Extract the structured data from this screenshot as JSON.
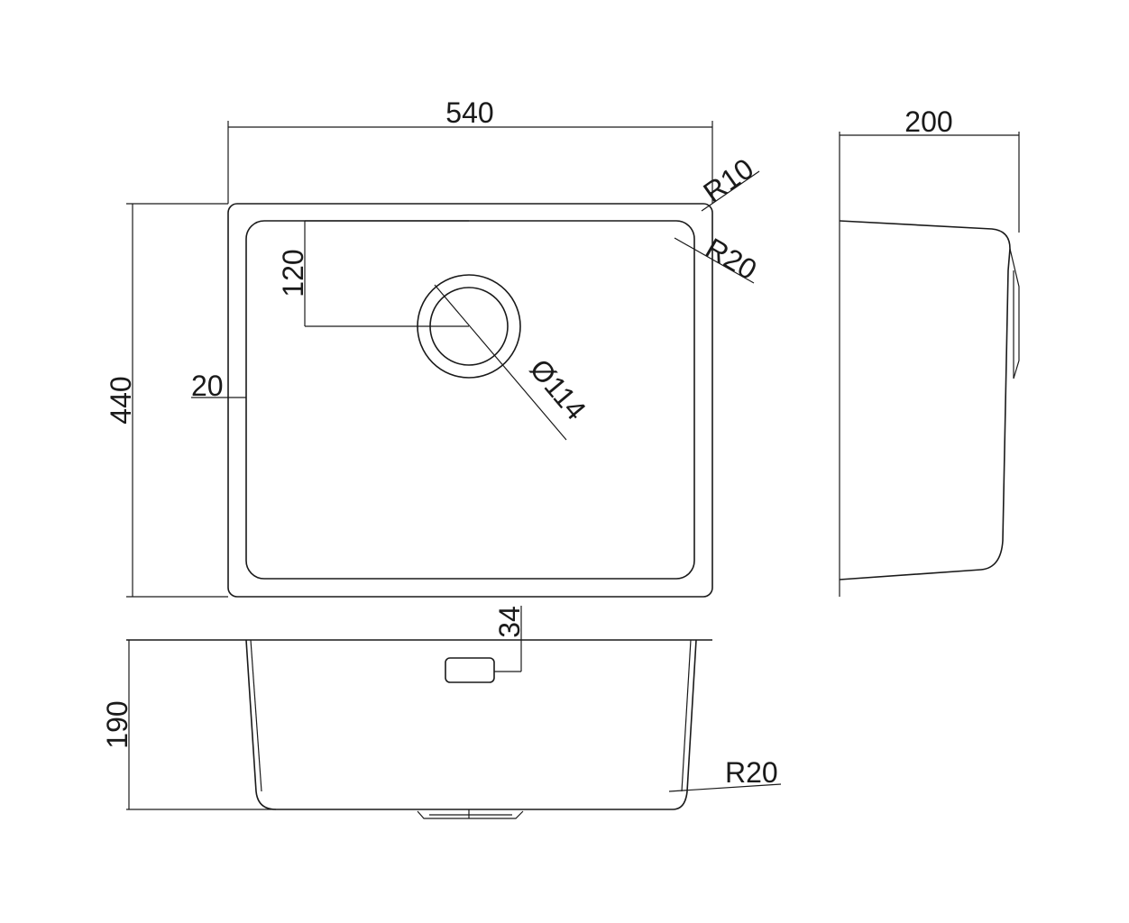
{
  "diagram": {
    "top_view": {
      "width_label": "540",
      "height_label": "440",
      "outer_corner_radius_label": "R10",
      "inner_corner_radius_label": "R20",
      "rim_width_label": "20",
      "drain_offset_label": "120",
      "drain_diameter_label": "Ø114"
    },
    "side_view": {
      "depth_label": "200"
    },
    "front_view": {
      "height_label": "190",
      "overflow_offset_label": "34",
      "bottom_radius_label": "R20"
    }
  }
}
